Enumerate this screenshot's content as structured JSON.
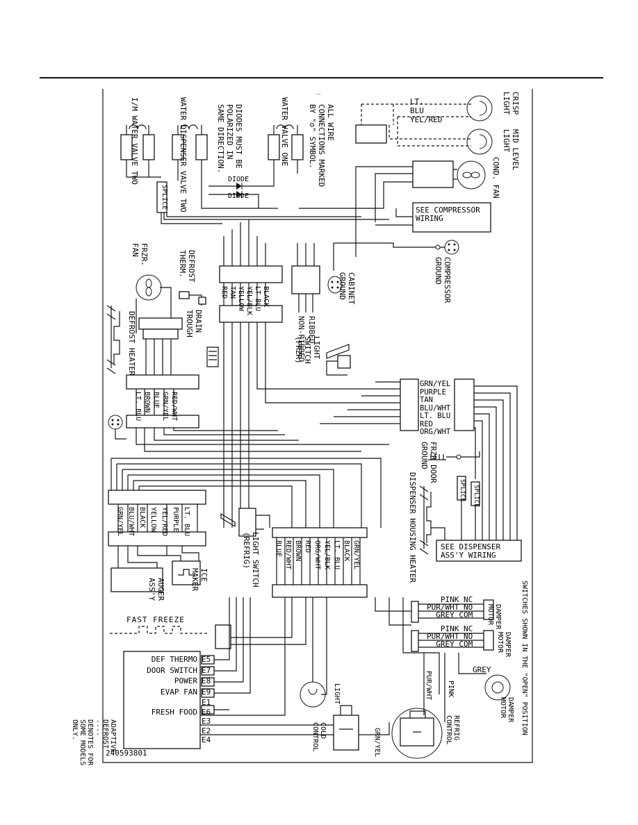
{
  "title_mark": "_",
  "drawing_number": "240593801",
  "notes": {
    "wire_connections": "ALL WIRE CONNECTIONS MARKED BY \"o\" SYMBOL.",
    "diodes": "DIODES MUST BE POLARIZED IN SAME DIRECTION.",
    "switches": "SWITCHES SHOWN IN THE \"OPEN\" POSITION",
    "adaptive_defrost_1": "ADAPTIVE DEFROST",
    "adaptive_defrost_2": "---- DENOTES FOR",
    "adaptive_defrost_3": "SOME MODELS ONLY."
  },
  "top_components": {
    "im_valve": "I/M WATER VALVE TWO",
    "dispenser_valve": "WATER DISPENSER VALVE TWO",
    "water_valve_one": "WATER VALVE ONE",
    "diode_1": "DIODE",
    "diode_2": "DIODE",
    "splice": "SPLICE",
    "crisp_light": "CRISP LIGHT",
    "mid_level_light": "MID LEVEL LIGHT",
    "cond_fan": "COND. FAN",
    "compressor_wiring": "SEE COMPRESSOR WIRING",
    "lt_blu": "LT. BLU",
    "yel_red": "YEL/RED"
  },
  "left_components": {
    "frz_fan": "FRZR. FAN",
    "defrost_therm": "DEFROST THERM.",
    "defrost_heater": "DEFROST HEATER",
    "drain_trough": "DRAIN TROUGH",
    "cabinet_ground": "CABINET GROUND",
    "compressor_ground": "COMPRESSOR GROUND",
    "ribbed": "RIBBED",
    "non_ribbed": "NON-RIBBED",
    "light_switch_frzr": "LIGHT SWITCH (FRZR)",
    "auger_assy": "AUGER ASS'Y",
    "ice_maker": "ICE MAKER",
    "light_switch_refrig": "LIGHT SWITCH (REFRIG)"
  },
  "connector_top_wires": [
    "RED",
    "TAN",
    "YELLOW",
    "YEL/BLK",
    "LT BLU",
    "BLACK"
  ],
  "connector_mid_wires": [
    "LT. BLU",
    "BROWN",
    "BLUE",
    "GRN/YEL",
    "RED/WHT"
  ],
  "connector_lower_wires": [
    "GRN/YEL",
    "BLU/WHT",
    "BLACK",
    "YELLOW",
    "YEL/RED",
    "PURPLE",
    "LT. BLU"
  ],
  "connector_bottom_wires": [
    "BLUE",
    "RED/WHT",
    "BROWN",
    "RED",
    "ORG/WHT",
    "YEL/BLK",
    "LT. BLU",
    "BLACK",
    "GRN/YEL"
  ],
  "right_connector_wires": [
    "GRN/YEL",
    "PURPLE",
    "TAN",
    "BLU/WHT",
    "LT. BLU",
    "RED",
    "ORG/WHT"
  ],
  "right_components": {
    "frz_door_ground": "FRZR DOOR GROUND",
    "dispenser_heater": "DISPENSER HOUSING HEATER",
    "dispenser_wiring": "SEE DISPENSER ASS'Y WIRING",
    "splice_a": "SPLICE",
    "splice_b": "SPLICE"
  },
  "damper": {
    "switch1": [
      "PINK NC",
      "PUR/WHT NO",
      "GREY COM"
    ],
    "switch2": [
      "PINK NC",
      "PUR/WHT NO",
      "GREY COM"
    ],
    "damper_motor_1": "DAMPER MOTOR",
    "damper_motor_2": "DAMPER MOTOR",
    "damper_motor_3": "DAMPER MOTOR",
    "grey": "GREY",
    "pur_wht": "PUR/WHT",
    "pink": "PINK"
  },
  "control_board": {
    "fast_freeze": "FAST FREEZE",
    "terminals": [
      {
        "label": "DEF THERMO",
        "pin": "E5"
      },
      {
        "label": "DOOR SWITCH",
        "pin": "E7"
      },
      {
        "label": "POWER",
        "pin": "E8"
      },
      {
        "label": "EVAP FAN",
        "pin": "E9"
      },
      {
        "label": "",
        "pin": "E1"
      },
      {
        "label": "FRESH FOOD",
        "pin": "E6"
      },
      {
        "label": "",
        "pin": "E3"
      },
      {
        "label": "",
        "pin": "E2"
      },
      {
        "label": "",
        "pin": "E4"
      }
    ],
    "light": "LIGHT",
    "cold_control": "COLD CONTROL",
    "refrig_control": "REFRIG CONTROL",
    "grn_yel": "GRN/YEL"
  }
}
